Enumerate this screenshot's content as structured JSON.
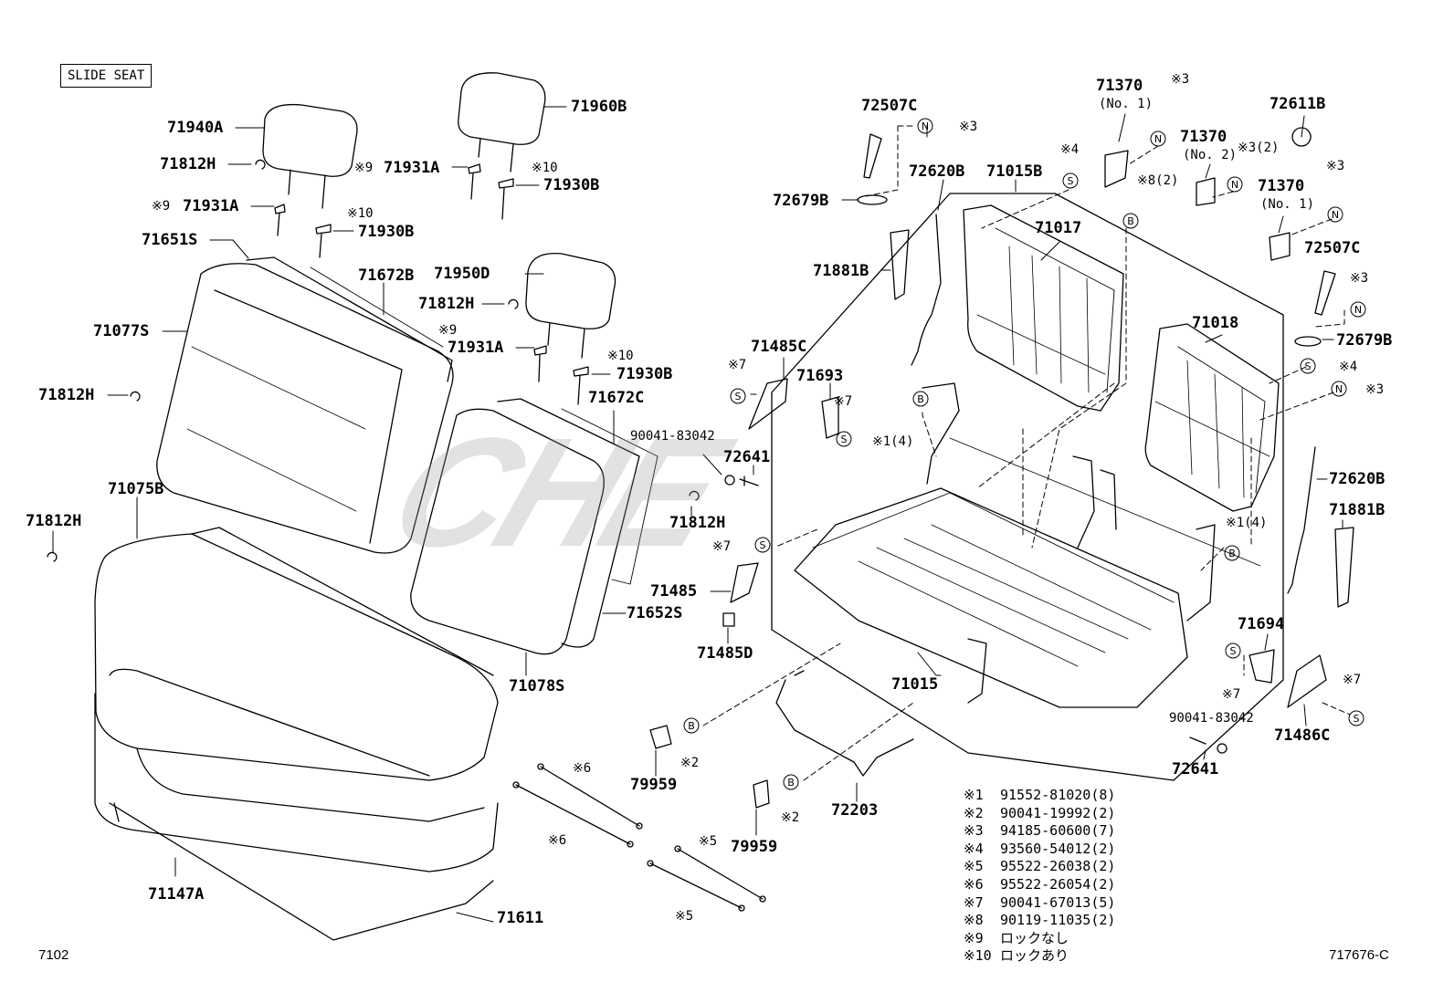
{
  "title": "SLIDE SEAT",
  "labels": {
    "l71940A": "71940A",
    "l71812H_a": "71812H",
    "l71931A_a": "71931A",
    "l71930B_a": "71930B",
    "l71651S": "71651S",
    "l71672B": "71672B",
    "l71077S": "71077S",
    "l71812H_b": "71812H",
    "l71075B": "71075B",
    "l71812H_c": "71812H",
    "l71147A": "71147A",
    "l71611": "71611",
    "l71960B": "71960B",
    "l71931A_b": "71931A",
    "l71930B_b": "71930B",
    "l71950D": "71950D",
    "l71812H_d": "71812H",
    "l71931A_c": "71931A",
    "l71930B_c": "71930B",
    "l71672C": "71672C",
    "l90041_a": "90041-83042",
    "l72641_a": "72641",
    "l71812H_e": "71812H",
    "l71652S": "71652S",
    "l71078S": "71078S",
    "l71485C": "71485C",
    "l71693": "71693",
    "l71485": "71485",
    "l71485D": "71485D",
    "l79959_a": "79959",
    "l79959_b": "79959",
    "l72203": "72203",
    "l71015": "71015",
    "l72507C_a": "72507C",
    "l72679B_a": "72679B",
    "l71881B_a": "71881B",
    "l72620B_a": "72620B",
    "l71015B": "71015B",
    "l71017": "71017",
    "l71370_a": "71370",
    "l71370_a_sub": "(No. 1)",
    "l71370_b": "71370",
    "l71370_b_sub": "(No. 2)",
    "l71370_c": "71370",
    "l71370_c_sub": "(No. 1)",
    "l72611B": "72611B",
    "l72507C_b": "72507C",
    "l72679B_b": "72679B",
    "l71018": "71018",
    "l72620B_b": "72620B",
    "l71881B_b": "71881B",
    "l71694": "71694",
    "l90041_b": "90041-83042",
    "l72641_b": "72641",
    "l71486C": "71486C"
  },
  "marks": {
    "m9a": "※9",
    "m10a": "※10",
    "m9b": "※9",
    "m10b": "※10",
    "m9c": "※9",
    "m10c": "※10",
    "m7a": "※7",
    "m7b": "※7",
    "m7c": "※7",
    "m7d": "※7",
    "m7e": "※7",
    "m3a": "※3",
    "m3b": "※3",
    "m3c": "※3(2)",
    "m3d": "※3",
    "m3e": "※3",
    "m3f": "※3",
    "m4a": "※4",
    "m4b": "※4",
    "m8": "※8(2)",
    "m1a": "※1(4)",
    "m1b": "※1(4)",
    "m2a": "※2",
    "m2b": "※2",
    "m6a": "※6",
    "m6b": "※6",
    "m5a": "※5",
    "m5b": "※5"
  },
  "legend": [
    {
      "mark": "※1",
      "text": "91552-81020(8)"
    },
    {
      "mark": "※2",
      "text": "90041-19992(2)"
    },
    {
      "mark": "※3",
      "text": "94185-60600(7)"
    },
    {
      "mark": "※4",
      "text": "93560-54012(2)"
    },
    {
      "mark": "※5",
      "text": "95522-26038(2)"
    },
    {
      "mark": "※6",
      "text": "95522-26054(2)"
    },
    {
      "mark": "※7",
      "text": "90041-67013(5)"
    },
    {
      "mark": "※8",
      "text": "90119-11035(2)"
    },
    {
      "mark": "※9",
      "text": "ロックなし"
    },
    {
      "mark": "※10",
      "text": "ロックあり"
    }
  ],
  "footer": {
    "left": "7102",
    "right": "717676-C"
  }
}
